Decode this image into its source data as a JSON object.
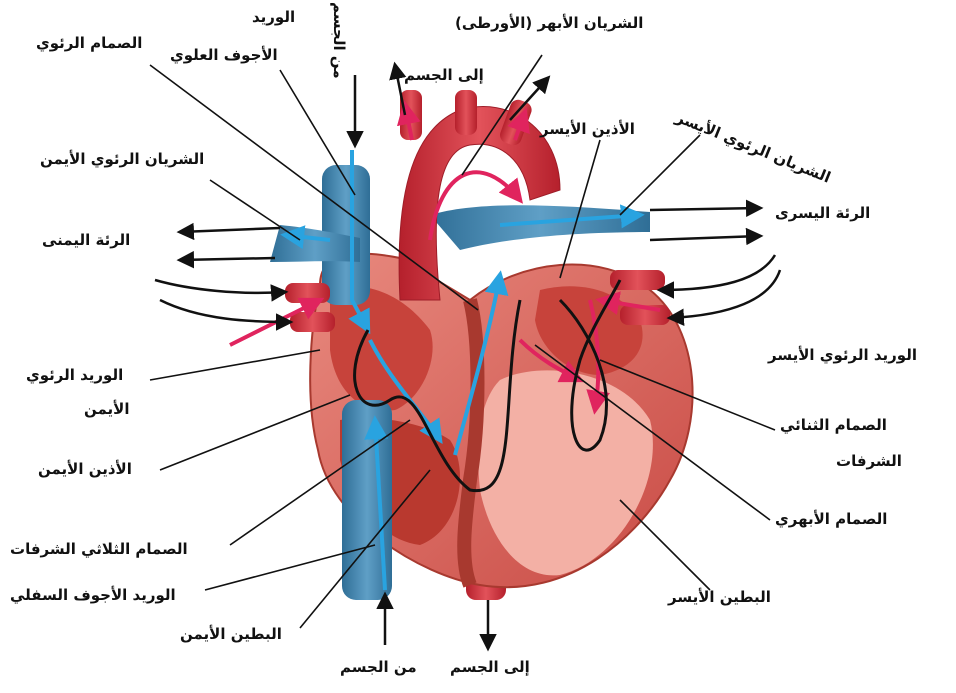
{
  "labels": {
    "svc_top_1": "الوريد",
    "svc_top_2": "الأجوف العلوي",
    "from_body_top": "من الجسم",
    "aorta": "الشريان الأبهر (الأورطى)",
    "to_body_top": "إلى الجسم",
    "pulmonary_valve": "الصمام الرئوي",
    "left_atrium": "الأذين الأيسر",
    "left_pulmonary_artery": "الشريان الرئوي الأيسر",
    "right_pulmonary_artery": "الشريان الرئوي الأيمن",
    "left_lung": "الرئة اليسرى",
    "right_lung": "الرئة اليمنى",
    "left_pulmonary_vein": "الوريد الرئوي الأيسر",
    "right_pulmonary_vein_1": "الوريد الرئوي",
    "right_pulmonary_vein_2": "الأيمن",
    "mitral_valve_1": "الصمام الثنائي",
    "mitral_valve_2": "الشرفات",
    "right_atrium": "الأذين الأيمن",
    "aortic_valve": "الصمام الأبهري",
    "tricuspid_valve": "الصمام الثلاثي الشرفات",
    "ivc": "الوريد الأجوف السفلي",
    "left_ventricle": "البطين الأيسر",
    "right_ventricle": "البطين الأيمن",
    "from_body_bottom": "من الجسم",
    "to_body_bottom": "إلى الجسم"
  },
  "colors": {
    "oxygenated": "#e0245e",
    "deoxygenated": "#29a3e0",
    "muscle": "#d9534a",
    "muscle_light": "#f2a59a",
    "vein_blue": "#3f7ea6",
    "artery_red": "#d0323c"
  }
}
